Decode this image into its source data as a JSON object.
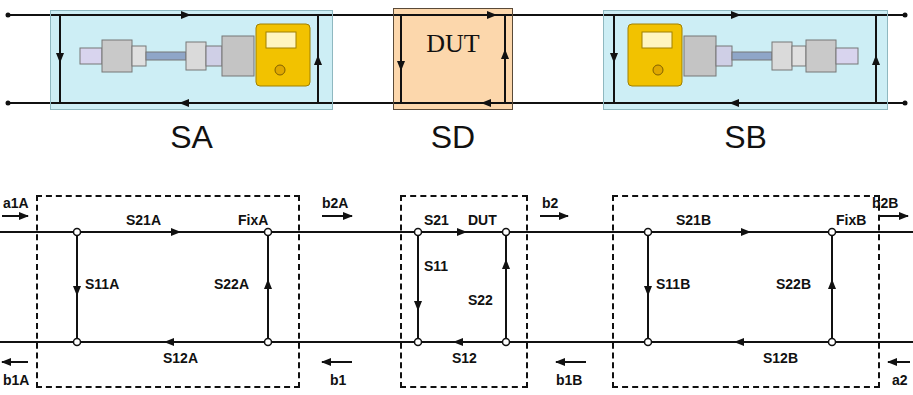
{
  "diagram": {
    "nodes": [
      {
        "text": [
          "SA"
        ]
      },
      {
        "text": [
          "DUT",
          "SD"
        ]
      },
      {
        "text": [
          "SB"
        ]
      },
      {
        "text": [
          "FixA"
        ]
      },
      {
        "text": [
          "DUT"
        ]
      },
      {
        "text": [
          "FixB"
        ]
      }
    ],
    "edges": [
      {
        "from": 0,
        "to": 1,
        "arrow": "none"
      },
      {
        "from": 1,
        "to": 2,
        "arrow": "none"
      },
      {
        "from": 3,
        "to": 4,
        "arrow": "none"
      },
      {
        "from": 4,
        "to": 5,
        "arrow": "none"
      }
    ],
    "labels": [
      "S21A",
      "S11A",
      "S22A",
      "S12A",
      "S21",
      "S11",
      "S22",
      "S12",
      "S21B",
      "S11B",
      "S22B",
      "S12B",
      "a1A",
      "b1A",
      "b2A",
      "b1",
      "b2",
      "b1B",
      "b2B",
      "a2"
    ]
  }
}
